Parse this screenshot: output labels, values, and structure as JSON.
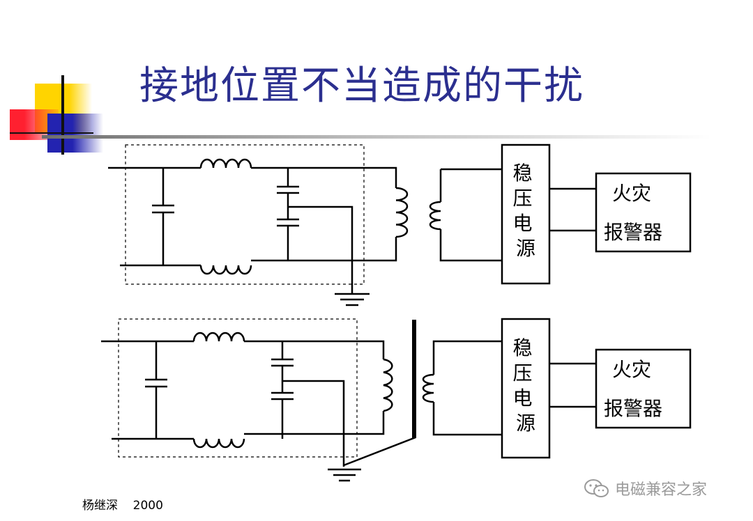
{
  "title": "接地位置不当造成的干扰",
  "diagrams": [
    {
      "regulator_label": "稳\n压\n电\n源",
      "alarm_line1": "火灾",
      "alarm_line2": "报警器"
    },
    {
      "regulator_label": "稳\n压\n电\n源",
      "alarm_line1": "火灾",
      "alarm_line2": "报警器"
    }
  ],
  "footer": {
    "author": "杨继深",
    "year": "2000"
  },
  "watermark": {
    "text": "电磁兼容之家",
    "icon": "wechat-icon"
  }
}
